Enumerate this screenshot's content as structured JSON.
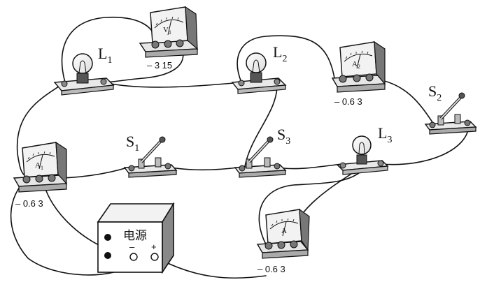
{
  "labels": {
    "L1": {
      "main": "L",
      "sub": "1"
    },
    "L2": {
      "main": "L",
      "sub": "2"
    },
    "L3": {
      "main": "L",
      "sub": "3"
    },
    "S1": {
      "main": "S",
      "sub": "1"
    },
    "S2": {
      "main": "S",
      "sub": "2"
    },
    "S3": {
      "main": "S",
      "sub": "3"
    }
  },
  "meters": {
    "voltmeter": {
      "dial": "V",
      "dial_sub": "1",
      "scale": "– 3 15"
    },
    "ammeter_a2": {
      "dial": "A",
      "dial_sub": "2",
      "scale": "– 0.6 3"
    },
    "ammeter_a1": {
      "dial": "A",
      "dial_sub": "1",
      "scale": "– 0.6 3"
    },
    "ammeter_a": {
      "dial": "A",
      "scale": "– 0.6 3"
    }
  },
  "power_supply": {
    "label": "电源",
    "minus": "–",
    "plus": "+"
  }
}
